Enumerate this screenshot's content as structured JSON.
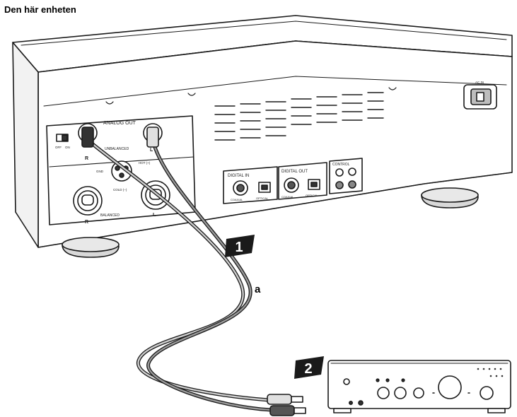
{
  "title": "Den här enheten",
  "device_panel": {
    "analog_out": "ANALOG OUT",
    "unbalanced": "UNBALANCED",
    "balanced": "BALANCED",
    "off": "OFF",
    "on": "ON",
    "gnd": "GND",
    "hot": "HOT (+)",
    "cold": "COLD (−)",
    "r": "R",
    "l": "L",
    "r2": "R",
    "l2": "L",
    "digital_in": "DIGITAL IN",
    "digital_out": "DIGITAL OUT",
    "coaxial_in": "COAXIAL",
    "optical_in": "OPTICAL",
    "coaxial_out": "COAXIAL",
    "optical_out": "OPTICAL",
    "control": "CONTROL",
    "ac_in": "AC IN"
  },
  "steps": {
    "one": "1",
    "two": "2"
  },
  "cable_label": "a",
  "colors": {
    "outline": "#1a1a1a",
    "step_bg": "#1a1a1a",
    "step_fg": "#ffffff"
  }
}
